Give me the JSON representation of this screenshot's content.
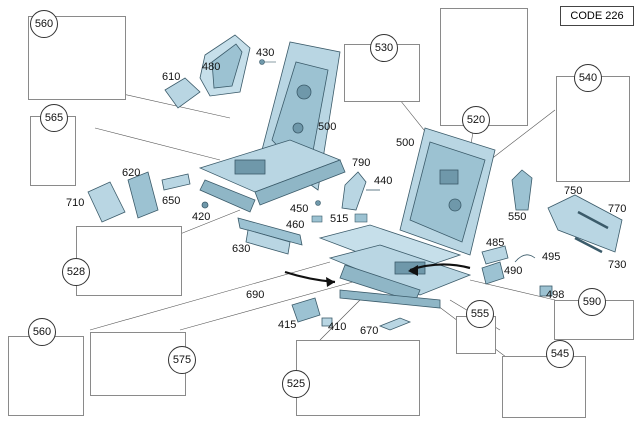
{
  "code_label": "CODE 226",
  "colors": {
    "part_fill": "#b9d6e3",
    "part_dark": "#6f98aa",
    "part_line": "#3b5b6a",
    "arrow": "#111111"
  },
  "circled": {
    "c560a": "560",
    "c565": "565",
    "c528": "528",
    "c530": "530",
    "c520": "520",
    "c540": "540",
    "c590": "590",
    "c555": "555",
    "c545": "545",
    "c525": "525",
    "c575": "575",
    "c560b": "560"
  },
  "labels": {
    "l610": "610",
    "l480": "480",
    "l430": "430",
    "l500a": "500",
    "l500b": "500",
    "l620": "620",
    "l710": "710",
    "l650": "650",
    "l420": "420",
    "l630": "630",
    "l450": "450",
    "l460": "460",
    "l515": "515",
    "l790": "790",
    "l440": "440",
    "l690": "690",
    "l415": "415",
    "l410": "410",
    "l670": "670",
    "l485": "485",
    "l490": "490",
    "l495": "495",
    "l498": "498",
    "l550": "550",
    "l750": "750",
    "l770": "770",
    "l730": "730"
  }
}
